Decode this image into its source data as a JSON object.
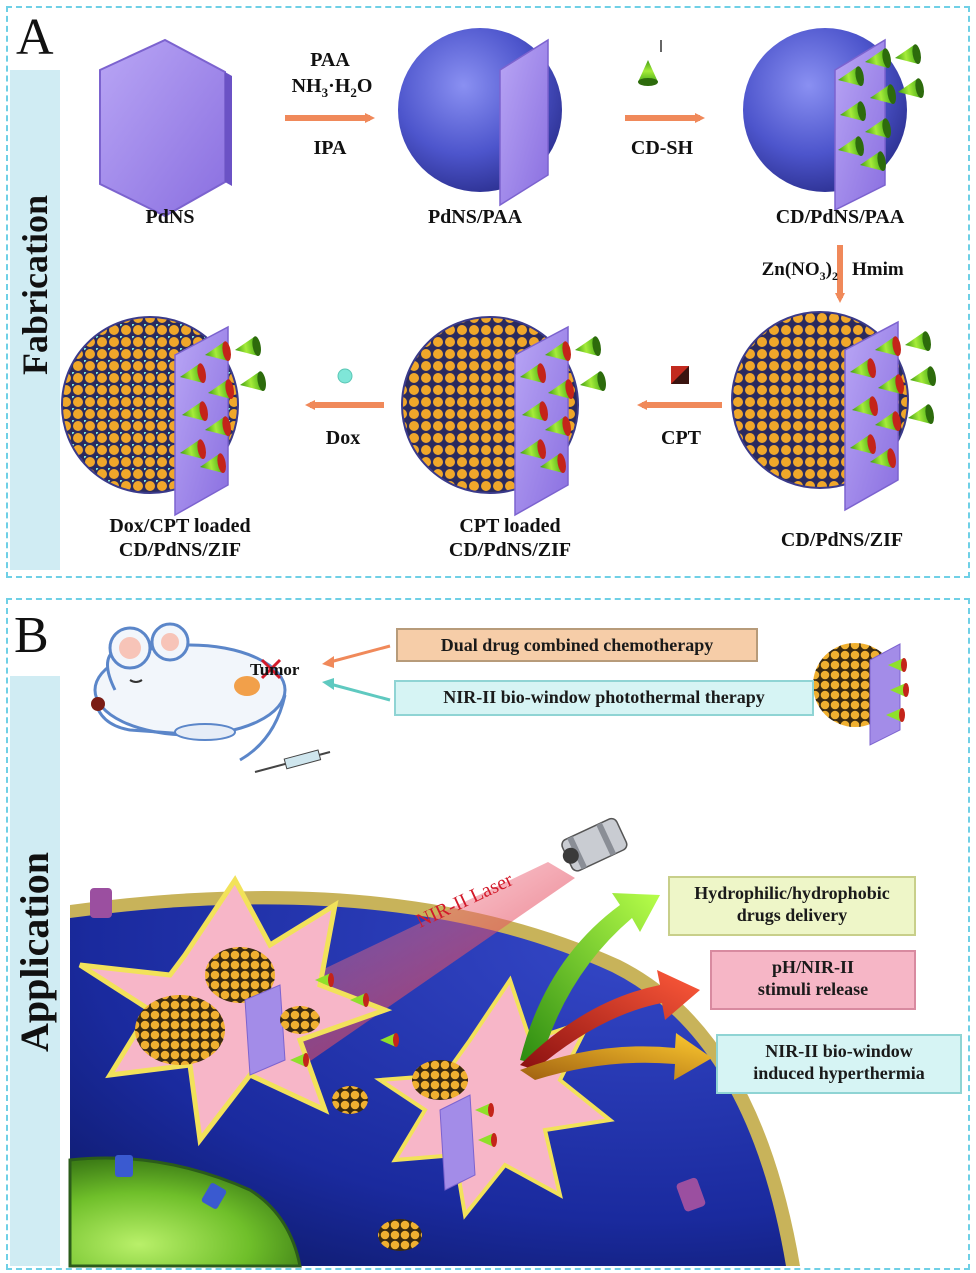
{
  "panel_a": {
    "letter": "A",
    "section_label": "Fabrication",
    "steps": {
      "pdns": "PdNS",
      "pdns_paa": "PdNS/PAA",
      "cd_pdns_paa": "CD/PdNS/PAA",
      "cd_pdns_zif": "CD/PdNS/ZIF",
      "cpt_loaded_1": "CPT loaded",
      "cpt_loaded_2": "CD/PdNS/ZIF",
      "dox_cpt_1": "Dox/CPT loaded",
      "dox_cpt_2": "CD/PdNS/ZIF"
    },
    "reagents": {
      "paa": "PAA",
      "nh3": "NH",
      "nh3_sub": "3",
      "nh3_dot": "·H",
      "h2o_sub": "2",
      "h2o_o": "O",
      "ipa": "IPA",
      "cd_sh": "CD-SH",
      "zn": "Zn(NO",
      "zn_sub3": "3",
      "zn_close": ")",
      "zn_sub2": "2",
      "hmim": "Hmim",
      "cpt": "CPT",
      "dox": "Dox"
    }
  },
  "panel_b": {
    "letter": "B",
    "section_label": "Application",
    "tumor": "Tumor",
    "therapy_1": "Dual drug combined chemotherapy",
    "therapy_2": "NIR-II bio-window photothermal therapy",
    "laser": "NIR-II Laser",
    "feature_1a": "Hydrophilic/hydrophobic",
    "feature_1b": "drugs delivery",
    "feature_2a": "pH/NIR-II",
    "feature_2b": "stimuli release",
    "feature_3a": "NIR-II bio-window",
    "feature_3b": "induced hyperthermia"
  },
  "colors": {
    "arrow": "#f0895a",
    "sheet": "#9f86e8",
    "sphere": "#5a5fd6",
    "zif": "#e6a028",
    "cone": "#7ed321",
    "border": "#6fd0e6",
    "sidebar": "#d0ecf3"
  }
}
